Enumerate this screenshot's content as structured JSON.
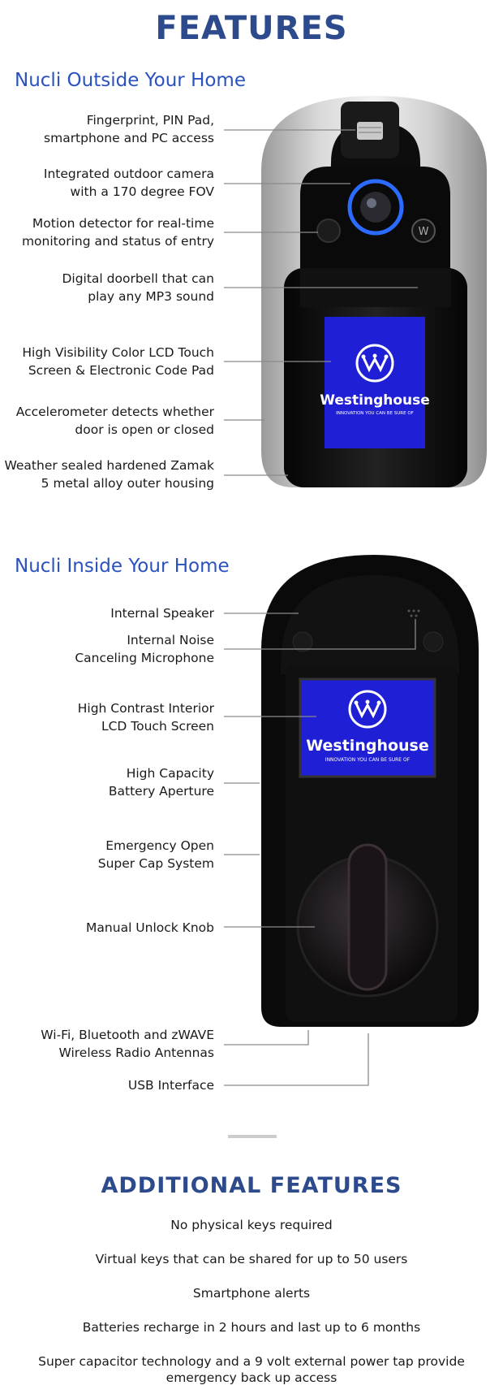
{
  "header": {
    "title": "FEATURES"
  },
  "outside": {
    "title": "Nucli Outside Your Home",
    "labels": [
      {
        "line1": "Fingerprint, PIN Pad,",
        "line2": "smartphone and PC access"
      },
      {
        "line1": "Integrated outdoor camera",
        "line2": "with a 170 degree FOV"
      },
      {
        "line1": "Motion detector for real-time",
        "line2": "monitoring and status of entry"
      },
      {
        "line1": "Digital doorbell that can",
        "line2": "play any MP3 sound"
      },
      {
        "line1": "High Visibility Color LCD Touch",
        "line2": "Screen & Electronic Code Pad"
      },
      {
        "line1": "Accelerometer detects whether",
        "line2": "door is open or closed"
      },
      {
        "line1": "Weather sealed hardened Zamak",
        "line2": "5 metal alloy outer housing"
      }
    ]
  },
  "inside": {
    "title": "Nucli Inside Your Home",
    "labels": [
      {
        "line1": "Internal Speaker",
        "line2": ""
      },
      {
        "line1": "Internal Noise",
        "line2": "Canceling Microphone"
      },
      {
        "line1": "High Contrast Interior",
        "line2": "LCD Touch Screen"
      },
      {
        "line1": "High Capacity",
        "line2": "Battery Aperture"
      },
      {
        "line1": "Emergency Open",
        "line2": "Super Cap System"
      },
      {
        "line1": "Manual Unlock Knob",
        "line2": ""
      },
      {
        "line1": "Wi-Fi, Bluetooth and zWAVE",
        "line2": "Wireless Radio Antennas"
      },
      {
        "line1": "USB Interface",
        "line2": ""
      }
    ]
  },
  "screen": {
    "brand": "Westinghouse",
    "tagline": "INNOVATION YOU CAN BE SURE OF"
  },
  "additional": {
    "title": "ADDITIONAL FEATURES",
    "items": [
      "No physical keys required",
      "Virtual keys that can be shared for up to 50 users",
      "Smartphone alerts",
      "Batteries recharge in 2 hours and last up to 6 months",
      "Super capacitor technology and a 9 volt external power tap provide emergency back up access"
    ]
  },
  "colors": {
    "heading": "#2c4a8c",
    "section": "#2a52be",
    "lcd": "#1f1fd6",
    "leader": "#8a8a8a"
  }
}
